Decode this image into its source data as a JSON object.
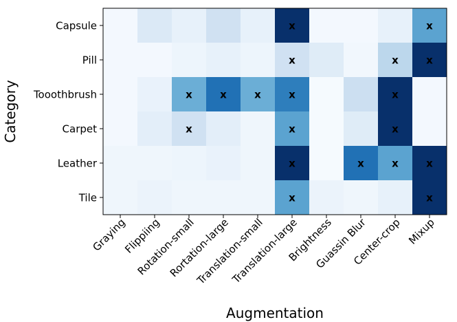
{
  "chart_data": {
    "type": "heatmap",
    "xlabel": "Augmentation",
    "ylabel": "Category",
    "x_categories": [
      "Graying",
      "Flippiing",
      "Rotation-small",
      "Rortation-large",
      "Translation-small",
      "Translation-large",
      "Brightness",
      "Guassin Blur",
      "Center-crop",
      "Mixup"
    ],
    "y_categories": [
      "Capsule",
      "Pill",
      "Tooothbrush",
      "Carpet",
      "Leather",
      "Tile"
    ],
    "colormap": "Blues",
    "value_range": [
      0,
      1
    ],
    "values": [
      [
        0.02,
        0.14,
        0.08,
        0.2,
        0.08,
        1.0,
        0.02,
        0.02,
        0.08,
        0.55
      ],
      [
        0.02,
        0.02,
        0.05,
        0.08,
        0.05,
        0.2,
        0.12,
        0.03,
        0.28,
        1.0
      ],
      [
        0.02,
        0.07,
        0.5,
        0.75,
        0.5,
        0.7,
        0.01,
        0.22,
        1.0,
        0.02
      ],
      [
        0.02,
        0.1,
        0.2,
        0.1,
        0.04,
        0.55,
        0.01,
        0.12,
        1.0,
        0.02
      ],
      [
        0.04,
        0.04,
        0.05,
        0.07,
        0.04,
        1.0,
        0.01,
        0.75,
        0.55,
        1.0
      ],
      [
        0.04,
        0.06,
        0.04,
        0.04,
        0.04,
        0.55,
        0.06,
        0.04,
        0.08,
        1.0
      ]
    ],
    "marker": "x",
    "marked": [
      [
        0,
        0,
        0,
        0,
        0,
        1,
        0,
        0,
        0,
        1
      ],
      [
        0,
        0,
        0,
        0,
        0,
        1,
        0,
        0,
        1,
        1
      ],
      [
        0,
        0,
        1,
        1,
        1,
        1,
        0,
        0,
        1,
        0
      ],
      [
        0,
        0,
        1,
        0,
        0,
        1,
        0,
        0,
        1,
        0
      ],
      [
        0,
        0,
        0,
        0,
        0,
        1,
        0,
        1,
        1,
        1
      ],
      [
        0,
        0,
        0,
        0,
        0,
        1,
        0,
        0,
        0,
        1
      ]
    ],
    "grid": false,
    "legend": "none"
  }
}
